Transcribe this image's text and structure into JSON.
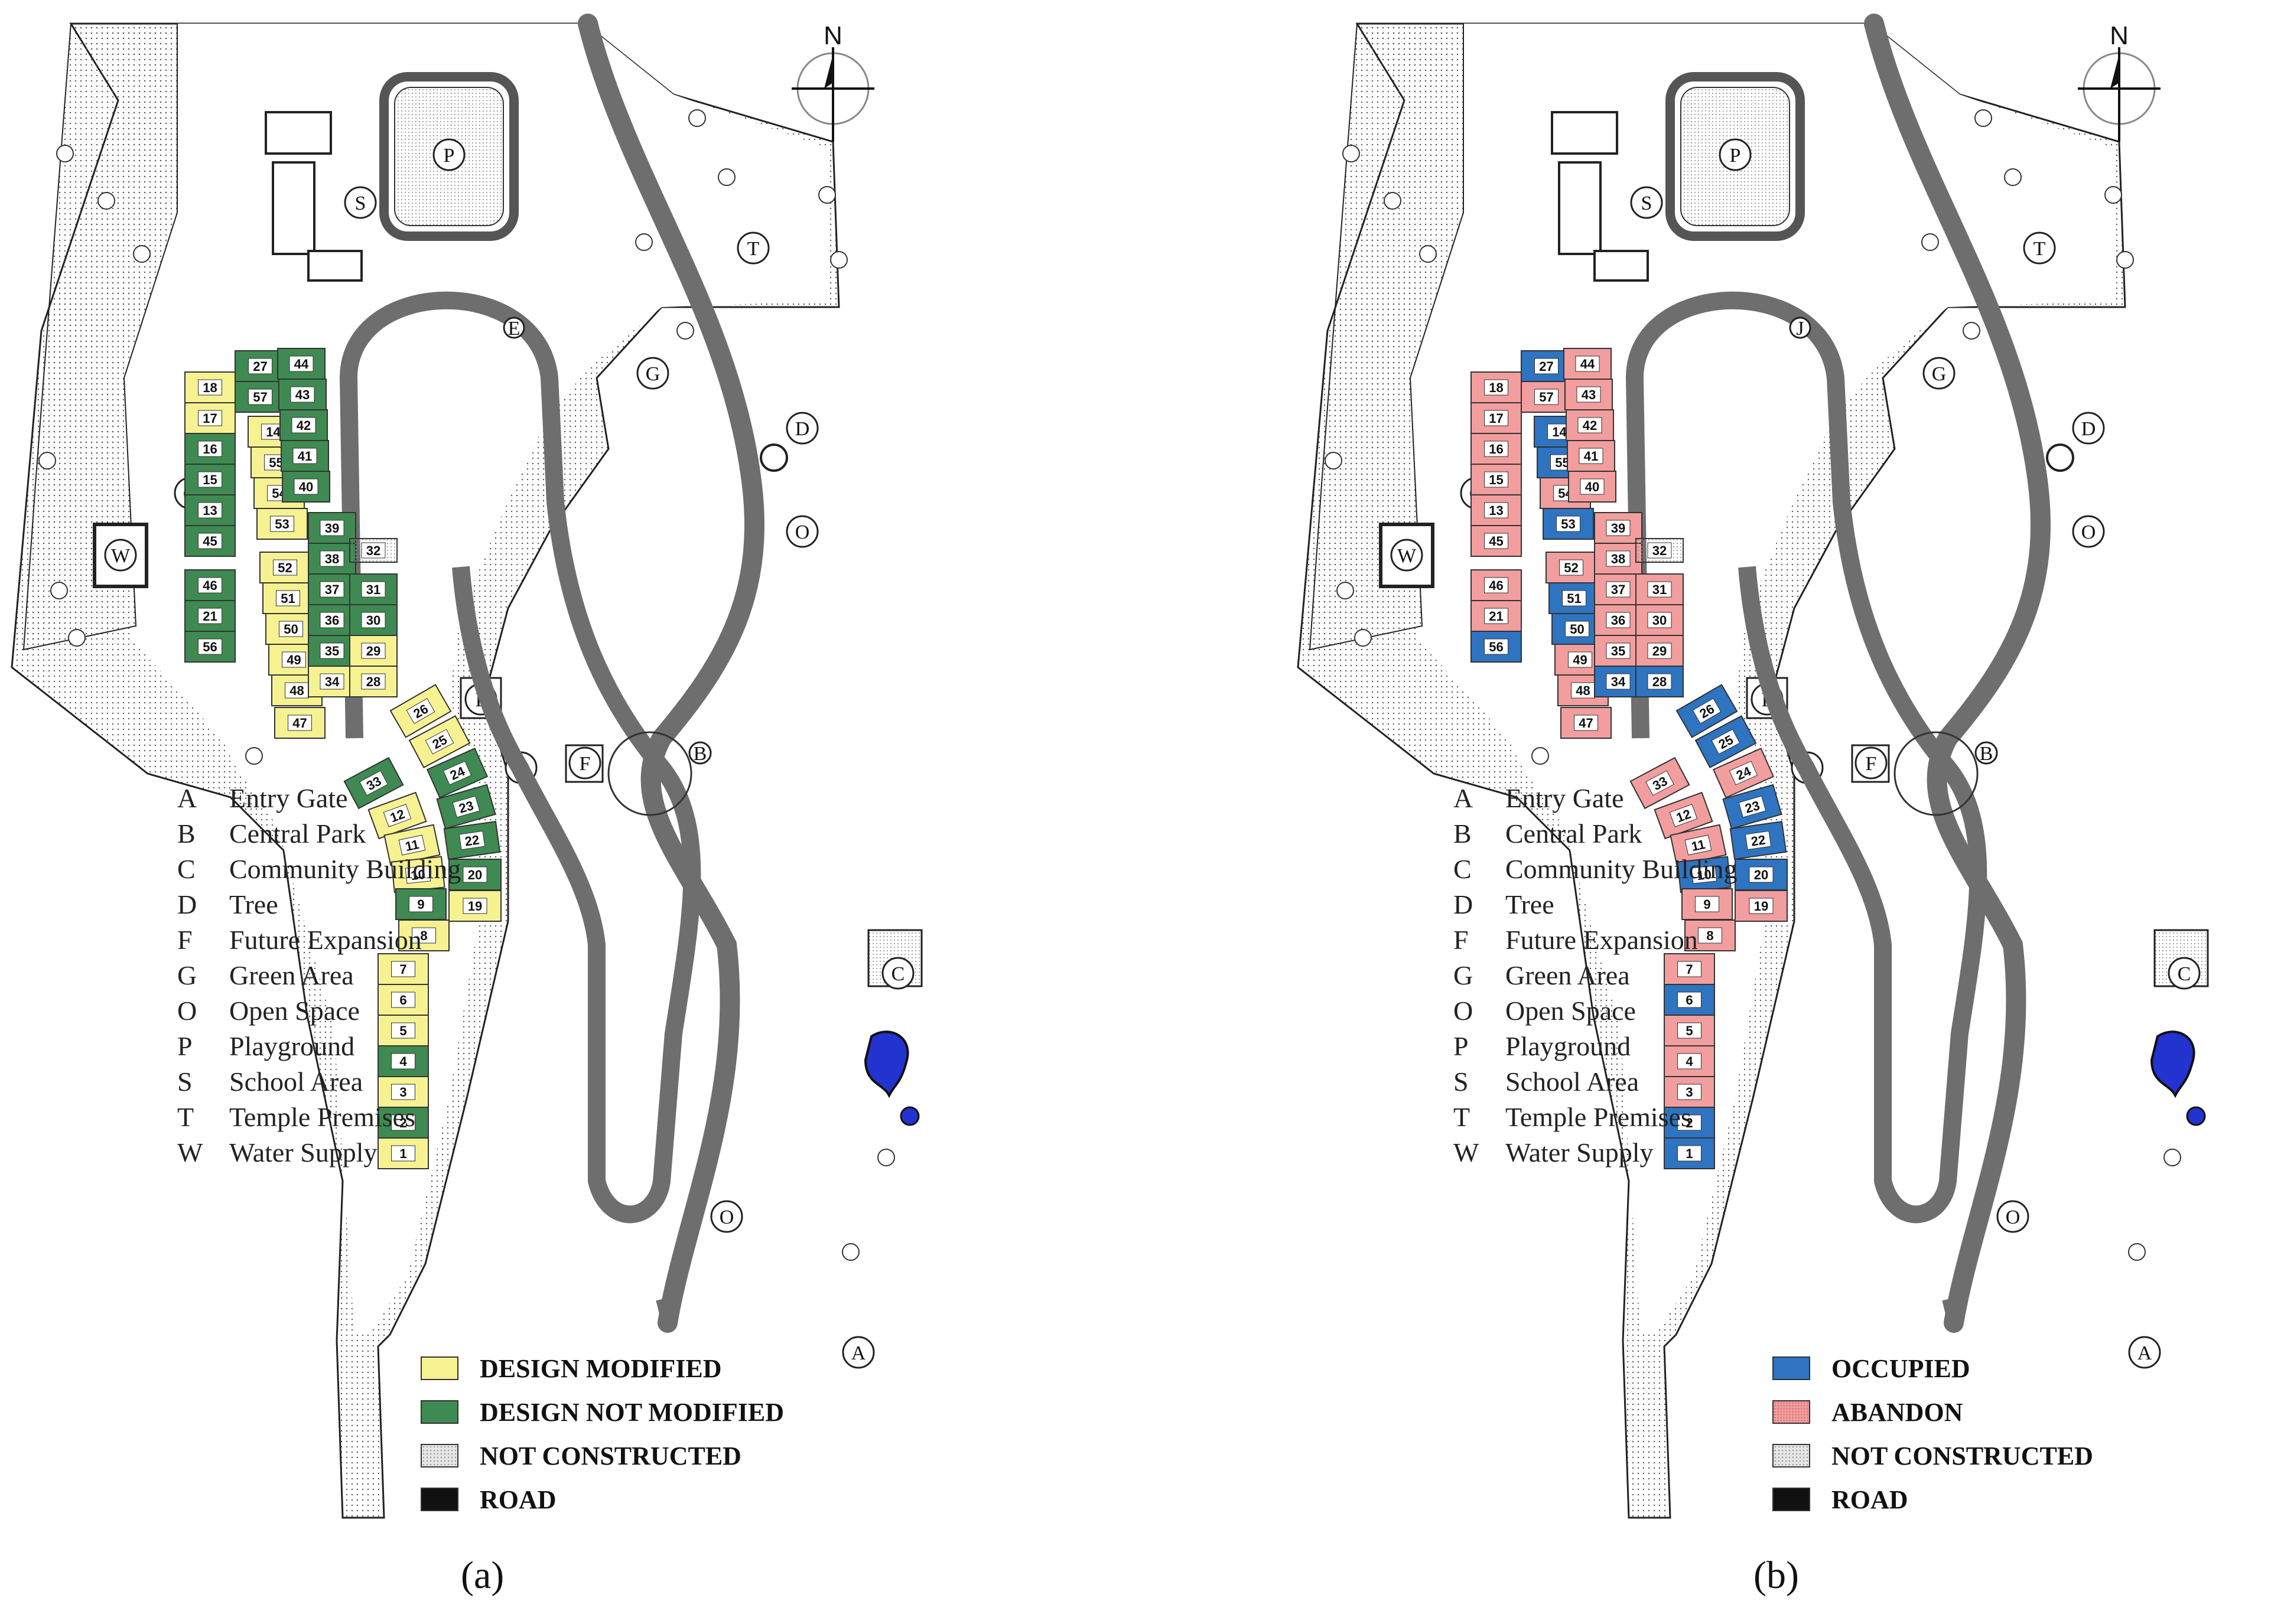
{
  "panels": [
    {
      "id": "a",
      "caption": "(a)",
      "legend": [
        {
          "code": "A",
          "label": "Entry Gate"
        },
        {
          "code": "B",
          "label": "Central Park"
        },
        {
          "code": "C",
          "label": "Community  Building"
        },
        {
          "code": "D",
          "label": "Tree"
        },
        {
          "code": "F",
          "label": "Future Expansion"
        },
        {
          "code": "G",
          "label": "Green Area"
        },
        {
          "code": "O",
          "label": "Open Space"
        },
        {
          "code": "P",
          "label": "Playground"
        },
        {
          "code": "S",
          "label": "School Area"
        },
        {
          "code": "T",
          "label": "Temple Premises"
        },
        {
          "code": "W",
          "label": "Water Supply"
        }
      ],
      "key": [
        {
          "label": "DESIGN MODIFIED",
          "color": "#f6f291"
        },
        {
          "label": "DESIGN NOT MODIFIED",
          "color": "#3f8a52"
        },
        {
          "label": "NOT CONSTRUCTED",
          "color": "#e6e6e6"
        },
        {
          "label": "ROAD",
          "color": "#111111"
        }
      ]
    },
    {
      "id": "b",
      "caption": "(b)",
      "legend": [
        {
          "code": "A",
          "label": "Entry Gate"
        },
        {
          "code": "B",
          "label": "Central Park"
        },
        {
          "code": "C",
          "label": "Community  Building"
        },
        {
          "code": "D",
          "label": "Tree"
        },
        {
          "code": "F",
          "label": "Future Expansion"
        },
        {
          "code": "G",
          "label": "Green Area"
        },
        {
          "code": "O",
          "label": "Open Space"
        },
        {
          "code": "P",
          "label": "Playground"
        },
        {
          "code": "S",
          "label": "School Area"
        },
        {
          "code": "T",
          "label": "Temple Premises"
        },
        {
          "code": "W",
          "label": "Water Supply"
        }
      ],
      "key": [
        {
          "label": "OCCUPIED",
          "color": "#2e74c0"
        },
        {
          "label": "ABANDON",
          "color": "#f29e9e"
        },
        {
          "label": "NOT CONSTRUCTED",
          "color": "#e6e6e6"
        },
        {
          "label": "ROAD",
          "color": "#111111"
        }
      ]
    }
  ],
  "map_labels": {
    "north": "N",
    "playground": "P",
    "school": "S",
    "temple": "T",
    "green_west": "G",
    "green_north": "G",
    "green_south": "G",
    "future_west": "F",
    "future_south1": "F",
    "future_south2": "F",
    "tree": "D",
    "open_north": "O",
    "open_south": "O",
    "central_park": "B",
    "community": "C",
    "entry": "A",
    "water": "W",
    "gate_a": "E",
    "gate_b": "J"
  },
  "colors": {
    "modified": "#f6f291",
    "not_modified": "#3f8a52",
    "occupied": "#2e74c0",
    "abandon": "#f29e9e",
    "not_constructed": "#e6e6e6",
    "road": "#6e6e6e"
  },
  "lots": [
    {
      "n": "18",
      "a": "modified",
      "b": "abandon"
    },
    {
      "n": "17",
      "a": "modified",
      "b": "abandon"
    },
    {
      "n": "16",
      "a": "not_modified",
      "b": "abandon"
    },
    {
      "n": "15",
      "a": "not_modified",
      "b": "abandon"
    },
    {
      "n": "13",
      "a": "not_modified",
      "b": "abandon"
    },
    {
      "n": "45",
      "a": "not_modified",
      "b": "abandon"
    },
    {
      "n": "46",
      "a": "not_modified",
      "b": "abandon"
    },
    {
      "n": "21",
      "a": "not_modified",
      "b": "abandon"
    },
    {
      "n": "56",
      "a": "not_modified",
      "b": "occupied"
    },
    {
      "n": "27",
      "a": "not_modified",
      "b": "occupied"
    },
    {
      "n": "57",
      "a": "not_modified",
      "b": "abandon"
    },
    {
      "n": "14",
      "a": "modified",
      "b": "occupied"
    },
    {
      "n": "55",
      "a": "modified",
      "b": "occupied"
    },
    {
      "n": "54",
      "a": "modified",
      "b": "abandon"
    },
    {
      "n": "53",
      "a": "modified",
      "b": "occupied"
    },
    {
      "n": "52",
      "a": "modified",
      "b": "abandon"
    },
    {
      "n": "51",
      "a": "modified",
      "b": "occupied"
    },
    {
      "n": "50",
      "a": "modified",
      "b": "occupied"
    },
    {
      "n": "49",
      "a": "modified",
      "b": "abandon"
    },
    {
      "n": "48",
      "a": "modified",
      "b": "abandon"
    },
    {
      "n": "47",
      "a": "modified",
      "b": "abandon"
    },
    {
      "n": "44",
      "a": "not_modified",
      "b": "abandon"
    },
    {
      "n": "43",
      "a": "not_modified",
      "b": "abandon"
    },
    {
      "n": "42",
      "a": "not_modified",
      "b": "abandon"
    },
    {
      "n": "41",
      "a": "not_modified",
      "b": "abandon"
    },
    {
      "n": "40",
      "a": "not_modified",
      "b": "abandon"
    },
    {
      "n": "39",
      "a": "not_modified",
      "b": "abandon"
    },
    {
      "n": "38",
      "a": "not_modified",
      "b": "abandon"
    },
    {
      "n": "37",
      "a": "not_modified",
      "b": "abandon"
    },
    {
      "n": "36",
      "a": "not_modified",
      "b": "abandon"
    },
    {
      "n": "35",
      "a": "not_modified",
      "b": "abandon"
    },
    {
      "n": "34",
      "a": "modified",
      "b": "occupied"
    },
    {
      "n": "32",
      "a": "not_constructed",
      "b": "not_constructed"
    },
    {
      "n": "31",
      "a": "not_modified",
      "b": "abandon"
    },
    {
      "n": "30",
      "a": "not_modified",
      "b": "abandon"
    },
    {
      "n": "29",
      "a": "modified",
      "b": "abandon"
    },
    {
      "n": "28",
      "a": "modified",
      "b": "occupied"
    },
    {
      "n": "33",
      "a": "not_modified",
      "b": "abandon"
    },
    {
      "n": "12",
      "a": "modified",
      "b": "abandon"
    },
    {
      "n": "11",
      "a": "modified",
      "b": "abandon"
    },
    {
      "n": "10",
      "a": "modified",
      "b": "occupied"
    },
    {
      "n": "9",
      "a": "not_modified",
      "b": "abandon"
    },
    {
      "n": "8",
      "a": "modified",
      "b": "abandon"
    },
    {
      "n": "26",
      "a": "modified",
      "b": "occupied"
    },
    {
      "n": "25",
      "a": "modified",
      "b": "occupied"
    },
    {
      "n": "24",
      "a": "not_modified",
      "b": "abandon"
    },
    {
      "n": "23",
      "a": "not_modified",
      "b": "occupied"
    },
    {
      "n": "22",
      "a": "not_modified",
      "b": "occupied"
    },
    {
      "n": "20",
      "a": "not_modified",
      "b": "occupied"
    },
    {
      "n": "19",
      "a": "modified",
      "b": "abandon"
    },
    {
      "n": "7",
      "a": "modified",
      "b": "abandon"
    },
    {
      "n": "6",
      "a": "modified",
      "b": "occupied"
    },
    {
      "n": "5",
      "a": "modified",
      "b": "abandon"
    },
    {
      "n": "4",
      "a": "not_modified",
      "b": "abandon"
    },
    {
      "n": "3",
      "a": "modified",
      "b": "abandon"
    },
    {
      "n": "2",
      "a": "not_modified",
      "b": "occupied"
    },
    {
      "n": "1",
      "a": "modified",
      "b": "occupied"
    }
  ]
}
